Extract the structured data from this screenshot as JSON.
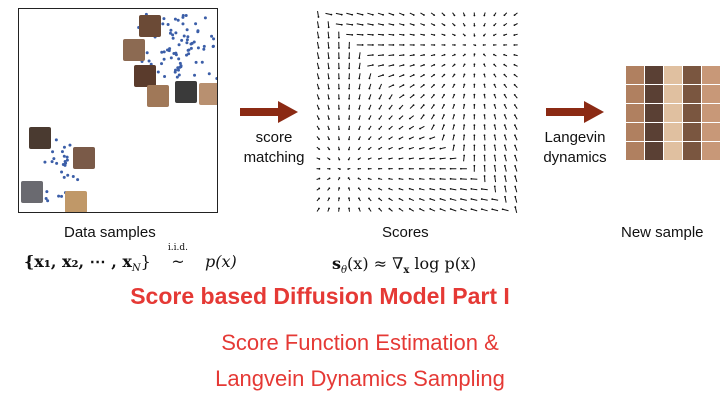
{
  "labels": {
    "data_samples": "Data samples",
    "scores": "Scores",
    "new_samples": "New sample",
    "score_matching_1": "score",
    "score_matching_2": "matching",
    "langevin_1": "Langevin",
    "langevin_2": "dynamics"
  },
  "math": {
    "samples": "{x₁, x₂, ⋯ , x_N} ~ p(x)",
    "samples_left": "{x₁, x₂, ⋯ , x",
    "samples_sub": "N",
    "samples_mid": "}",
    "iid": "i.i.d.",
    "samples_right": "p(x)",
    "score": "s_θ(x) ≈ ∇ₓ log p(x)",
    "score_left": "s",
    "score_sub": "θ",
    "score_mid": "(x) ≈ ∇",
    "score_sub2": "x",
    "score_right": " log p(x)"
  },
  "title": "Score based  Diffusion Model Part I",
  "subtitle_1": "Score Function Estimation &",
  "subtitle_2": "Langvein Dynamics Sampling",
  "colors": {
    "accent": "#e53935",
    "arrow": "#8b2a14",
    "dots": "#3b5ea8"
  }
}
